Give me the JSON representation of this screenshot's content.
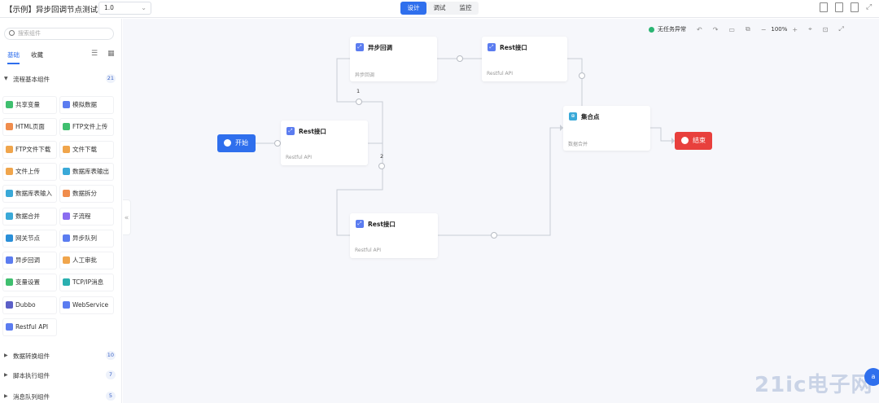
{
  "header": {
    "title": "【示例】异步回调节点测试",
    "version": "1.0",
    "tabs": [
      {
        "label": "设计",
        "active": true
      },
      {
        "label": "调试",
        "active": false
      },
      {
        "label": "监控",
        "active": false
      }
    ]
  },
  "sidebar": {
    "search_placeholder": "搜索组件",
    "tabs": [
      {
        "label": "基础",
        "active": true
      },
      {
        "label": "收藏",
        "active": false
      }
    ],
    "groups": [
      {
        "name": "流程基本组件",
        "count": "21",
        "expanded": true
      },
      {
        "name": "数据转换组件",
        "count": "10",
        "expanded": false
      },
      {
        "name": "脚本执行组件",
        "count": "7",
        "expanded": false
      },
      {
        "name": "消息队列组件",
        "count": "5",
        "expanded": false
      }
    ],
    "components": [
      {
        "label": "共享变量",
        "color": "#3fbf6f"
      },
      {
        "label": "模拟数据",
        "color": "#5b7cf0"
      },
      {
        "label": "HTML页面",
        "color": "#f08c4c"
      },
      {
        "label": "FTP文件上传",
        "color": "#3fbf6f"
      },
      {
        "label": "FTP文件下载",
        "color": "#f0a54c"
      },
      {
        "label": "文件下载",
        "color": "#f0a54c"
      },
      {
        "label": "文件上传",
        "color": "#f0a54c"
      },
      {
        "label": "数据库表输出",
        "color": "#3aa9d8"
      },
      {
        "label": "数据库表输入",
        "color": "#3aa9d8"
      },
      {
        "label": "数据拆分",
        "color": "#f08c4c"
      },
      {
        "label": "数据合并",
        "color": "#3aa9d8"
      },
      {
        "label": "子流程",
        "color": "#8a6cf0"
      },
      {
        "label": "网关节点",
        "color": "#2a8fd8"
      },
      {
        "label": "异步队列",
        "color": "#5b7cf0"
      },
      {
        "label": "异步回调",
        "color": "#5b7cf0"
      },
      {
        "label": "人工审批",
        "color": "#f0a54c"
      },
      {
        "label": "变量设置",
        "color": "#3fbf6f"
      },
      {
        "label": "TCP/IP消息",
        "color": "#2ab0b0"
      },
      {
        "label": "Dubbo",
        "color": "#5b5fc7"
      },
      {
        "label": "WebService",
        "color": "#5b7cf0"
      },
      {
        "label": "Restful API",
        "color": "#5b7cf0"
      }
    ]
  },
  "toolbar": {
    "status": "无任务异常",
    "zoom": "100%"
  },
  "flow": {
    "start": "开始",
    "end": "结束",
    "nodes": [
      {
        "id": "async",
        "title": "异步回调",
        "subtitle": "异步回调"
      },
      {
        "id": "rest_top",
        "title": "Rest接口",
        "subtitle": "Restful API"
      },
      {
        "id": "rest_mid",
        "title": "Rest接口",
        "subtitle": "Restful API"
      },
      {
        "id": "rest_bot",
        "title": "Rest接口",
        "subtitle": "Restful API"
      },
      {
        "id": "gather",
        "title": "集合点",
        "subtitle": "数据合并"
      }
    ],
    "edge_labels": [
      "1",
      "2"
    ]
  },
  "colors": {
    "primary": "#2f6fed",
    "start": "#2f6fed",
    "end": "#e8403d",
    "success": "#2bb573"
  },
  "watermark": "21ic电子网",
  "float_button": "a"
}
